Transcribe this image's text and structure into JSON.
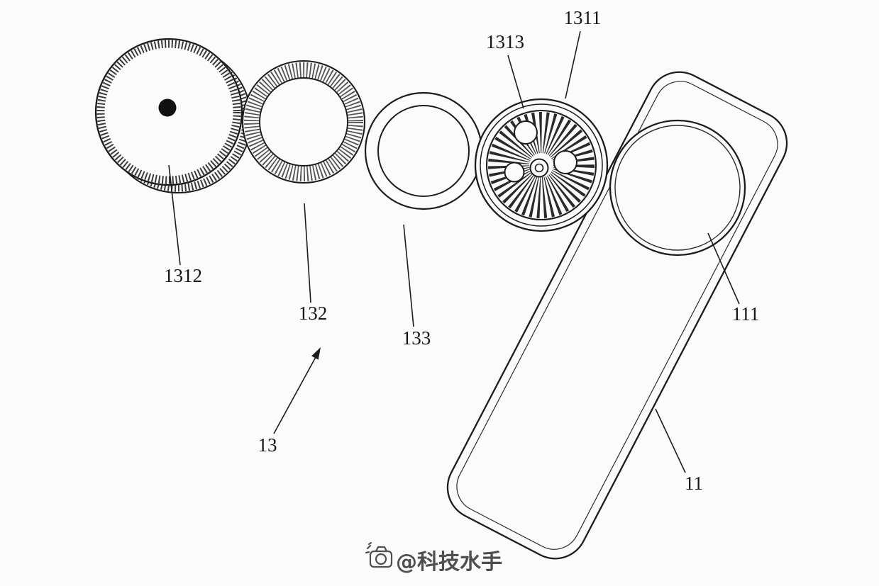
{
  "figure": {
    "labels": {
      "part_1312": "1312",
      "part_132": "132",
      "part_133": "133",
      "part_1313": "1313",
      "part_1311": "1311",
      "part_111": "111",
      "part_13": "13",
      "part_11": "11"
    },
    "watermark": {
      "text": "@科技水手"
    },
    "colors": {
      "ink": "#1c1c1c",
      "paper": "#fbfbfb",
      "watermark": "#4f4f4f"
    }
  }
}
